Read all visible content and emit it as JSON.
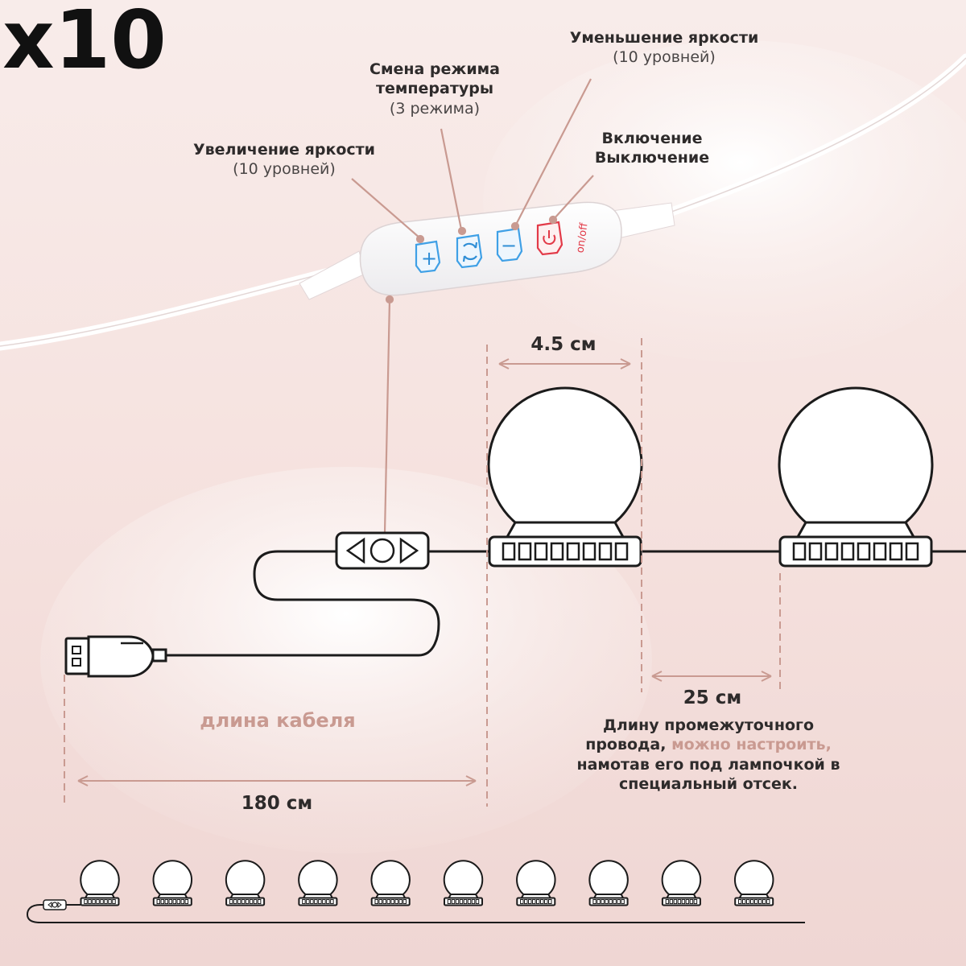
{
  "callouts": {
    "brightness_up": {
      "title": "Увеличение яркости",
      "detail": "(10 уровней)"
    },
    "temp_mode": {
      "title_line1": "Смена режима",
      "title_line2": "температуры",
      "detail": "(3 режима)"
    },
    "brightness_down": {
      "title": "Уменьшение яркости",
      "detail": "(10 уровней)"
    },
    "power": {
      "title_line1": "Включение",
      "title_line2": "Выключение"
    }
  },
  "controller": {
    "plus": "+",
    "minus": "−",
    "onoff_label": "on/off"
  },
  "dimensions": {
    "bulb_diameter": "4.5 см",
    "spacing": "25 см",
    "cable_length_label": "длина кабеля",
    "cable_length": "180 см"
  },
  "note": {
    "part1": "Длину промежуточного провода,",
    "highlight": "можно настроить,",
    "part2": "намотав его под лампочкой в специальный отсек."
  },
  "count": "x10",
  "colors": {
    "accent": "#c99a91",
    "button_blue": "#3fa0e6",
    "power_red": "#e23a48",
    "line": "#1b1b1b"
  }
}
